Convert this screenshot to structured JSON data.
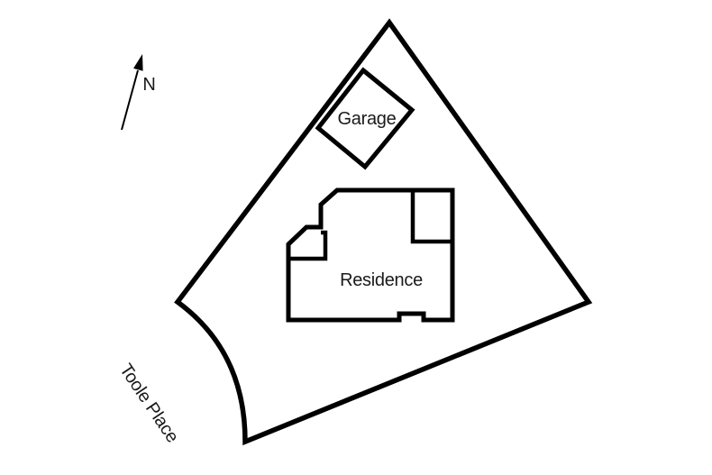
{
  "site_plan": {
    "compass": {
      "label": "N"
    },
    "buildings": [
      {
        "id": "garage",
        "label": "Garage"
      },
      {
        "id": "residence",
        "label": "Residence"
      }
    ],
    "street": {
      "label": "Toole Place"
    },
    "colors": {
      "line": "#000000",
      "text": "#1a1a1a",
      "background": "#ffffff"
    }
  }
}
